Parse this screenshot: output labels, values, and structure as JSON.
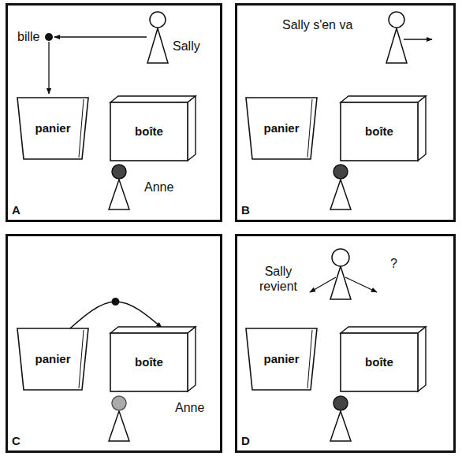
{
  "diagram": {
    "nodes": [
      {
        "text": [
          "A"
        ]
      },
      {
        "text": [
          "panier"
        ],
        "in": 0
      },
      {
        "text": [
          "boîte"
        ],
        "in": 0
      },
      {
        "text": [
          "B"
        ]
      },
      {
        "text": [
          "panier"
        ],
        "in": 3
      },
      {
        "text": [
          "boîte"
        ],
        "in": 3
      },
      {
        "text": [
          "C"
        ]
      },
      {
        "text": [
          "panier"
        ],
        "in": 6
      },
      {
        "text": [
          "boîte"
        ],
        "in": 6
      },
      {
        "text": [
          "D"
        ]
      },
      {
        "text": [
          "panier"
        ],
        "in": 9
      },
      {
        "text": [
          "boîte"
        ],
        "in": 9
      }
    ],
    "edges": [
      {
        "from": 7,
        "to": 8,
        "arrow": "to"
      }
    ],
    "labels": [
      "bille",
      "Sally",
      "Anne",
      "Sally s'en va",
      "Anne",
      "Sally revient",
      "?"
    ]
  }
}
